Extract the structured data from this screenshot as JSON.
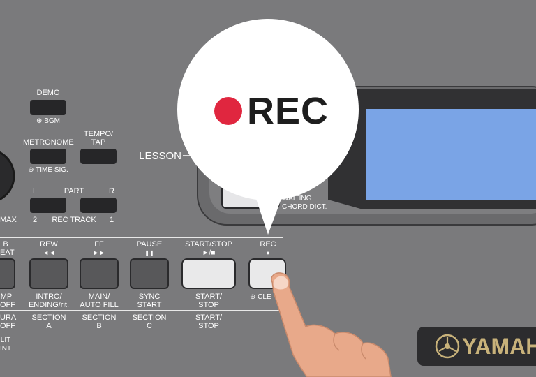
{
  "callout": {
    "label": "REC",
    "dot_color": "#e0263f"
  },
  "left_panel": {
    "demo": "DEMO",
    "demo_sub": "⊕ BGM",
    "metronome": "METRONOME",
    "metronome_sub": "⊕ TIME SIG.",
    "tempo_line1": "TEMPO/",
    "tempo_line2": "TAP",
    "part": "PART",
    "part_l": "L",
    "part_r": "R",
    "rec_track": "REC TRACK",
    "rec_track_2": "2",
    "rec_track_1": "1",
    "max": "MAX",
    "lesson": "LESSON"
  },
  "display_area": {
    "waiting": "WAITING",
    "chord_dict": "CHORD DICT.",
    "screen_color": "#7aa4e6"
  },
  "transport": {
    "rew_top": "REW",
    "rew_sym": "◄◄",
    "ff_top": "FF",
    "ff_sym": "►►",
    "pause_top": "PAUSE",
    "pause_sym": "❚❚",
    "startstop_top": "START/STOP",
    "startstop_sym": "►/■",
    "rec_top": "REC",
    "rec_sym": "●",
    "left_top1": "B",
    "left_top2": "EAT",
    "left_bot1": "MP",
    "left_bot2": "OFF",
    "left_sec1": "URA",
    "left_sec2": "OFF",
    "left_sec3": "LIT",
    "left_sec4": "INT",
    "rew_bot1": "INTRO/",
    "rew_bot2": "ENDING/rit.",
    "rew_sec1": "SECTION",
    "rew_sec2": "A",
    "ff_bot1": "MAIN/",
    "ff_bot2": "AUTO FILL",
    "ff_sec1": "SECTION",
    "ff_sec2": "B",
    "pause_bot1": "SYNC",
    "pause_bot2": "START",
    "pause_sec1": "SECTION",
    "pause_sec2": "C",
    "ss_bot1": "START/",
    "ss_bot2": "STOP",
    "ss_sec1": "START/",
    "ss_sec2": "STOP",
    "rec_bot": "⊕ CLE"
  },
  "brand": {
    "name": "YAMAHA",
    "color": "#c8b27a"
  },
  "colors": {
    "panel": "#7a7a7c",
    "callout": "#ffffff",
    "hand": "#e8a98a",
    "hand_outline": "#c98a6c"
  }
}
